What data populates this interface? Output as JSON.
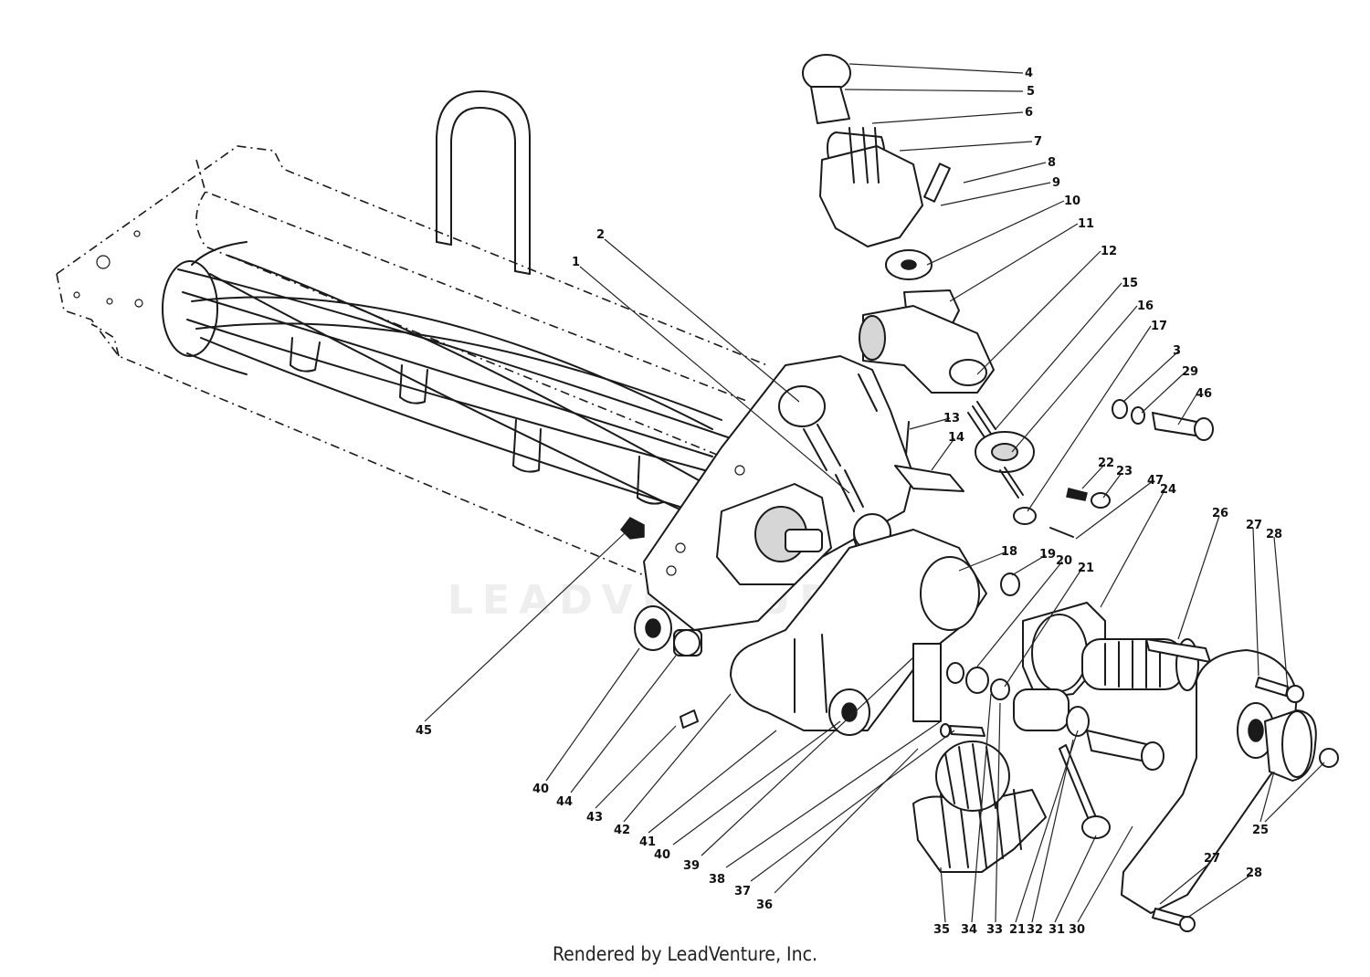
{
  "watermark": "LEADVENTURE",
  "credit": "Rendered by LeadVenture, Inc.",
  "callouts": [
    {
      "n": "1"
    },
    {
      "n": "2"
    },
    {
      "n": "3"
    },
    {
      "n": "4"
    },
    {
      "n": "5"
    },
    {
      "n": "6"
    },
    {
      "n": "7"
    },
    {
      "n": "8"
    },
    {
      "n": "9"
    },
    {
      "n": "10"
    },
    {
      "n": "11"
    },
    {
      "n": "12"
    },
    {
      "n": "13"
    },
    {
      "n": "14"
    },
    {
      "n": "15"
    },
    {
      "n": "16"
    },
    {
      "n": "17"
    },
    {
      "n": "18"
    },
    {
      "n": "19"
    },
    {
      "n": "20"
    },
    {
      "n": "21"
    },
    {
      "n": "22"
    },
    {
      "n": "23"
    },
    {
      "n": "24"
    },
    {
      "n": "25"
    },
    {
      "n": "26"
    },
    {
      "n": "27"
    },
    {
      "n": "28"
    },
    {
      "n": "29"
    },
    {
      "n": "46"
    },
    {
      "n": "47"
    },
    {
      "n": "45"
    },
    {
      "n": "40"
    },
    {
      "n": "44"
    },
    {
      "n": "43"
    },
    {
      "n": "42"
    },
    {
      "n": "41"
    },
    {
      "n": "40"
    },
    {
      "n": "39"
    },
    {
      "n": "38"
    },
    {
      "n": "37"
    },
    {
      "n": "36"
    },
    {
      "n": "35"
    },
    {
      "n": "34"
    },
    {
      "n": "33"
    },
    {
      "n": "21"
    },
    {
      "n": "32"
    },
    {
      "n": "31"
    },
    {
      "n": "30"
    },
    {
      "n": "27"
    },
    {
      "n": "28"
    },
    {
      "n": "25"
    }
  ]
}
